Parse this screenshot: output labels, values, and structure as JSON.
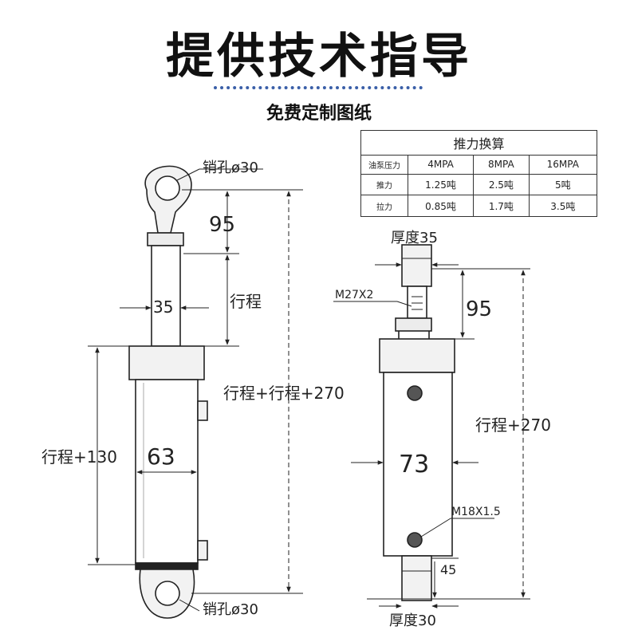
{
  "header": {
    "title": "提供技术指导",
    "subtitle": "免费定制图纸"
  },
  "labels": {
    "pin_hole_top": "销孔ø30",
    "pin_hole_bottom": "销孔ø30",
    "dim_95_left": "95",
    "stroke": "行程",
    "rod_35": "35",
    "stroke_total_left": "行程+行程+270",
    "stroke_130": "行程+130",
    "bore_63": "63",
    "thickness_top": "厚度35",
    "thread_top": "M27X2",
    "dim_95_right": "95",
    "stroke_270": "行程+270",
    "bore_73": "73",
    "port_thread": "M18X1.5",
    "dim_45": "45",
    "thickness_bottom": "厚度30"
  },
  "table": {
    "title": "推力换算",
    "header_label": "油泵压力",
    "columns": [
      "4MPA",
      "8MPA",
      "16MPA"
    ],
    "rows": [
      {
        "label": "推力",
        "values": [
          "1.25吨",
          "2.5吨",
          "5吨"
        ]
      },
      {
        "label": "拉力",
        "values": [
          "0.85吨",
          "1.7吨",
          "3.5吨"
        ]
      }
    ]
  }
}
